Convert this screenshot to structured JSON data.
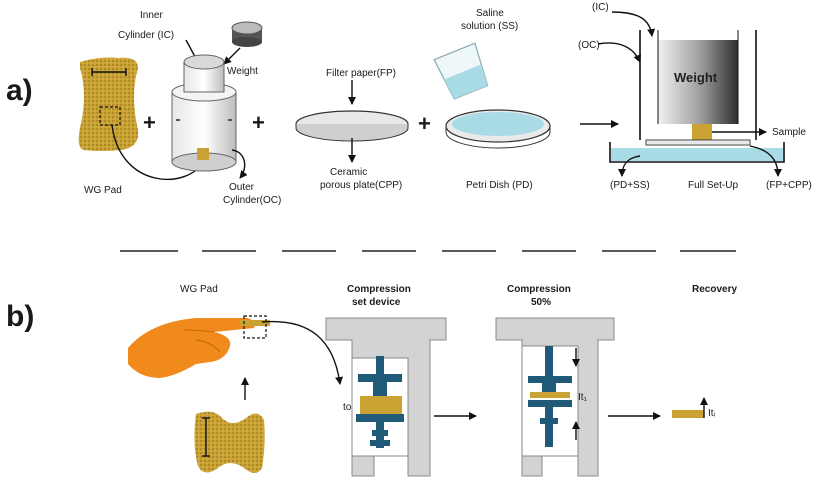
{
  "panel_a": {
    "letter": "a)",
    "labels": {
      "inner_cylinder_1": "Inner",
      "inner_cylinder_2": "Cylinder (IC)",
      "weight": "Weight",
      "wg_pad": "WG Pad",
      "outer_cylinder_1": "Outer",
      "outer_cylinder_2": "Cylinder(OC)",
      "filter_paper": "Filter paper(FP)",
      "ceramic_1": "Ceramic",
      "ceramic_2": "porous plate(CPP)",
      "saline_1": "Saline",
      "saline_2": "solution (SS)",
      "petri_dish": "Petri Dish (PD)",
      "ic": "(IC)",
      "oc": "(OC)",
      "setup_weight": "Weight",
      "sample": "Sample",
      "pd_ss": "(PD+SS)",
      "full_setup": "Full Set-Up",
      "fp_cpp": "(FP+CPP)"
    },
    "plus": "+"
  },
  "panel_b": {
    "letter": "b)",
    "labels": {
      "wg_pad": "WG Pad",
      "compression_set_1": "Compression",
      "compression_set_2": "set device",
      "compression_50_1": "Compression",
      "compression_50_2": "50%",
      "recovery": "Recovery",
      "t0": "to",
      "t1": "It₁",
      "t2": "Itᵢ"
    }
  },
  "colors": {
    "pad": "#c9a233",
    "clamp_blue": "#1f5a78",
    "frame_gray": "#d3d3d3",
    "saline_blue": "#a9dbe6",
    "glove_orange": "#f08a1c"
  }
}
